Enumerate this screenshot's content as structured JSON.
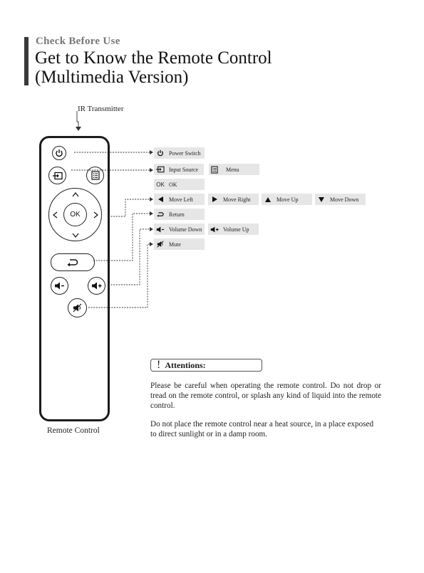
{
  "header": {
    "section": "Check Before Use",
    "title_line1": "Get to Know the Remote Control",
    "title_line2": "(Multimedia Version)"
  },
  "ir_label": "IR Transmitter",
  "remote": {
    "ok_label": "OK",
    "caption": "Remote Control"
  },
  "legend": {
    "power": "Power Switch",
    "input_source": "Input Source",
    "menu": "Menu",
    "ok_icon": "OK",
    "ok": "OK",
    "move_left": "Move Left",
    "move_right": "Move Right",
    "move_up": "Move Up",
    "move_down": "Move Down",
    "return": "Return",
    "volume_down": "Volume Down",
    "volume_up": "Volume Up",
    "mute": "Mute"
  },
  "attention": {
    "mark": "!",
    "title": "Attentions:",
    "para1": "Please be careful when operating the remote control. Do not drop or tread on the remote control, or splash any kind of liquid into the remote control.",
    "para2": "Do not place the remote control near a heat source, in a place exposed to direct sunlight or in a damp room."
  },
  "icons": [
    "power-icon",
    "input-source-icon",
    "menu-icon",
    "arrow-up-icon",
    "arrow-down-icon",
    "arrow-left-icon",
    "arrow-right-icon",
    "return-icon",
    "volume-down-icon",
    "volume-up-icon",
    "mute-icon"
  ]
}
